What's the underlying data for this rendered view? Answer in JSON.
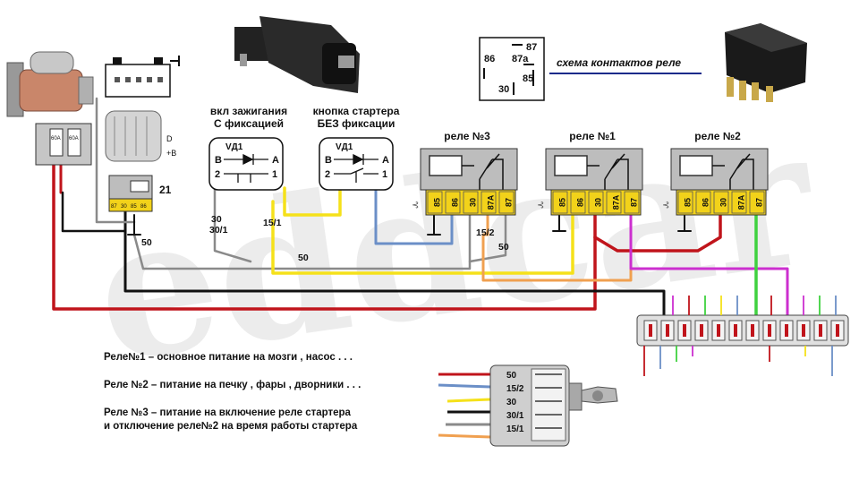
{
  "watermark": "eddcar",
  "legend": {
    "title": "схема контактов реле",
    "pins": {
      "p87": "87",
      "p87a": "87a",
      "p86": "86",
      "p85": "85",
      "p30": "30"
    }
  },
  "switches": {
    "ignition": {
      "line1": "вкл зажигания",
      "line2": "С фиксацией",
      "vd": "VД1",
      "b": "B",
      "a": "A",
      "n2": "2",
      "n1": "1"
    },
    "starter": {
      "line1": "кнопка стартера",
      "line2": "БЕЗ фиксации",
      "vd": "VД1",
      "b": "B",
      "a": "A",
      "n2": "2",
      "n1": "1"
    }
  },
  "relays": [
    {
      "title": "реле №3",
      "pins": [
        "85",
        "86",
        "30",
        "87A",
        "87"
      ]
    },
    {
      "title": "реле №1",
      "pins": [
        "85",
        "86",
        "30",
        "87A",
        "87"
      ]
    },
    {
      "title": "реле №2",
      "pins": [
        "85",
        "86",
        "30",
        "87A",
        "87"
      ]
    }
  ],
  "relay21": {
    "label": "21",
    "pins": [
      "87",
      "30",
      "85",
      "86"
    ]
  },
  "wire_labels": {
    "w30": "30",
    "w30_1": "30/1",
    "w15_1": "15/1",
    "w50a": "50",
    "w50b": "50",
    "w15_2": "15/2",
    "w50c": "50"
  },
  "ignition_lock": {
    "terminals": [
      "50",
      "15/2",
      "30",
      "30/1",
      "15/1"
    ]
  },
  "notes": [
    "Реле№1 –  основное питание на мозги , насос . . .",
    "Реле №2 –  питание на печку , фары , дворники . . .",
    "Реле №3 – питание на  включение  реле стартера",
    "и отключение  реле№2 на время работы стартера"
  ],
  "colors": {
    "red": "#c0141b",
    "black": "#111111",
    "gray": "#9a9a9a",
    "yellow": "#f5e11a",
    "blue": "#6b8fc7",
    "orange": "#f0a050",
    "magenta": "#cc2fcf",
    "green": "#3fd13f",
    "connector": "#f2d21a",
    "relay_body": "#bdbdbd"
  }
}
